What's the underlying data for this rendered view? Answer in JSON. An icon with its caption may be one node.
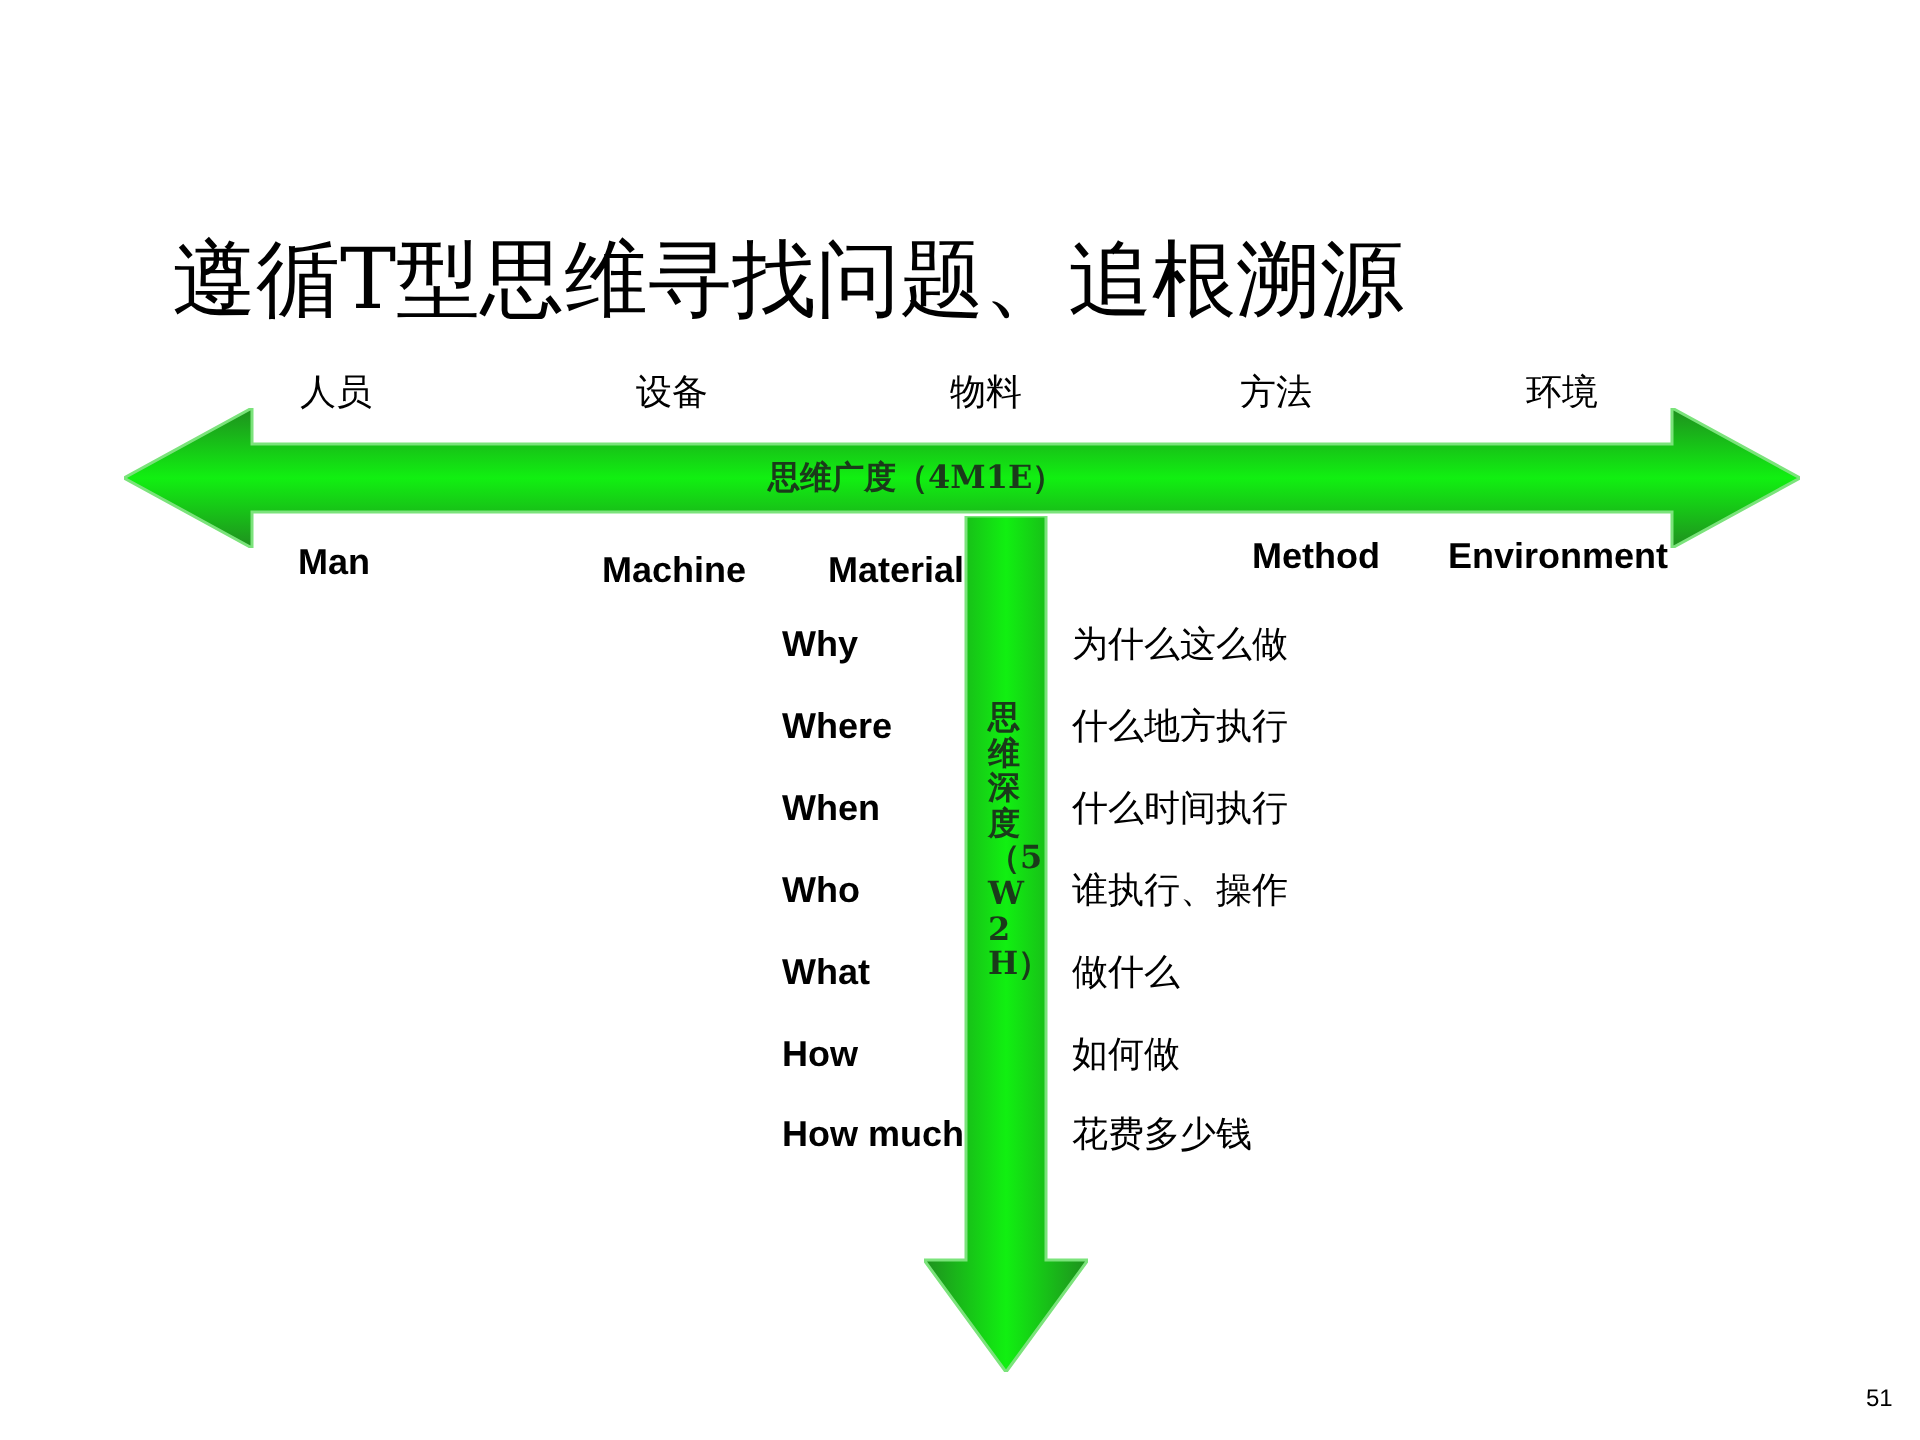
{
  "diagram": {
    "title": "遵循T型思维寻找问题、追根溯源",
    "nodes": [
      {
        "text": [
          "思维广度（4M1E）"
        ]
      },
      {
        "text": [
          "思维深度（5W2H）"
        ]
      }
    ],
    "labels": [
      "人员",
      "设备",
      "物料",
      "方法",
      "环境",
      "Man",
      "Machine",
      "Material",
      "Method",
      "Environment",
      "Why",
      "为什么这么做",
      "Where",
      "什么地方执行",
      "When",
      "什么时间执行",
      "Who",
      "谁执行、操作",
      "What",
      "做什么",
      "How",
      "如何做",
      "How much",
      "花费多少钱",
      "51"
    ]
  }
}
